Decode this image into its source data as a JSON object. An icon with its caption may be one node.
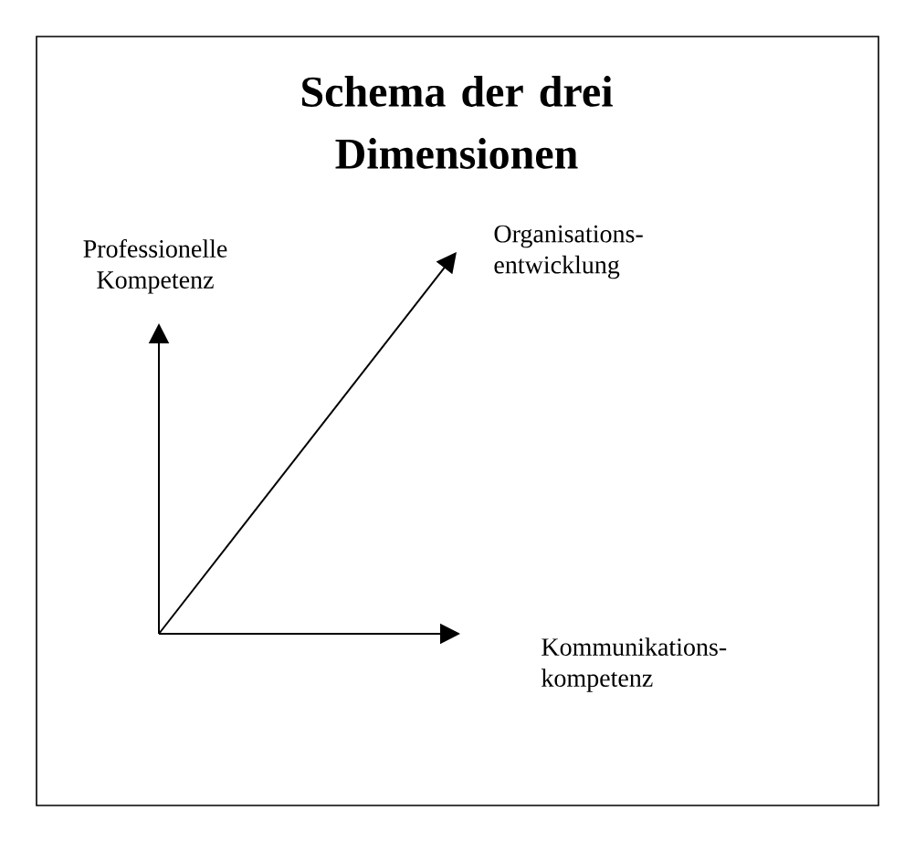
{
  "diagram": {
    "title": "Schema der drei Dimensionen",
    "nodes": [
      {
        "text": [
          "Professionelle Kompetenz"
        ]
      },
      {
        "text": [
          "Organisations- entwicklung"
        ]
      },
      {
        "text": [
          "Kommunikations- kompetenz"
        ]
      }
    ],
    "edges": [
      {
        "from": null,
        "to": 0,
        "arrow": "to"
      },
      {
        "from": null,
        "to": 1,
        "arrow": "to"
      },
      {
        "from": null,
        "to": 2,
        "arrow": "to"
      }
    ]
  }
}
